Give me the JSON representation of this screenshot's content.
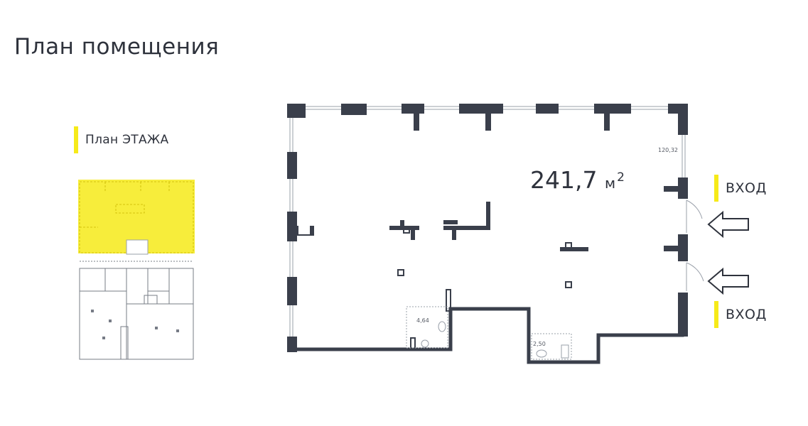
{
  "page": {
    "title": "План помещения"
  },
  "legend": {
    "label": "План ЭТАЖА",
    "color": "#f6ea19"
  },
  "plan": {
    "area_value": "241,7",
    "area_unit": "м",
    "area_unit_sup": "2",
    "dimension_label": "120,32",
    "room_small_1": "4,64",
    "room_small_2": "2,50",
    "wall_color": "#3a3f4b"
  },
  "entrances": [
    {
      "label": "ВХОД",
      "icon": "arrow-right-icon"
    },
    {
      "label": "ВХОД",
      "icon": "arrow-right-icon"
    }
  ]
}
